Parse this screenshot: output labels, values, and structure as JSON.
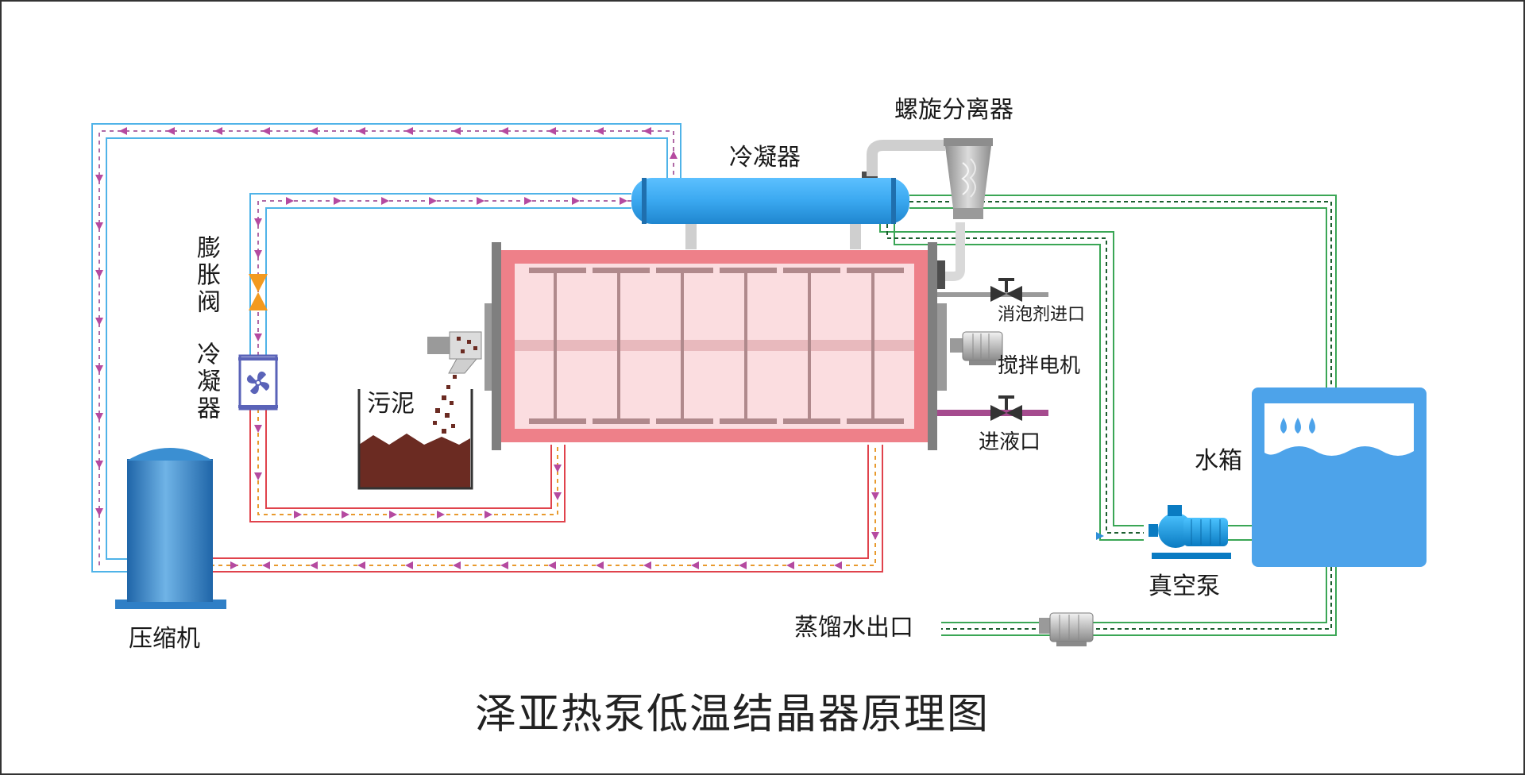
{
  "title": "泽亚热泵低温结晶器原理图",
  "labels": {
    "spiral_separator": "螺旋分离器",
    "condenser_top": "冷凝器",
    "expansion_valve": "膨胀阀",
    "condenser_side": "冷凝器",
    "sludge": "污泥",
    "defoamer_inlet": "消泡剂进口",
    "stir_motor": "搅拌电机",
    "liquid_inlet": "进液口",
    "water_tank": "水箱",
    "vacuum_pump": "真空泵",
    "distilled_outlet": "蒸馏水出口",
    "compressor": "压缩机"
  },
  "colors": {
    "refrigerant_cold": "#4fb3e8",
    "refrigerant_hot": "#e0434c",
    "water_line": "#3aa655",
    "condenser_body": "#3aa8f0",
    "crystallizer_body": "#ee8089",
    "crystallizer_inner": "#fbdde0",
    "tank_body": "#4da3ea",
    "compressor_body": "#2f7fc6",
    "flow_arrow": "#b54aa0",
    "flow_dash_hot": "#e89a2e",
    "valve_orange": "#f39a1f",
    "sludge": "#6b2b22",
    "pipe_purple": "#a54b8e"
  },
  "icons": [
    "fan-icon",
    "valve-icon",
    "motor-icon",
    "pump-icon",
    "water-drop-icon"
  ]
}
